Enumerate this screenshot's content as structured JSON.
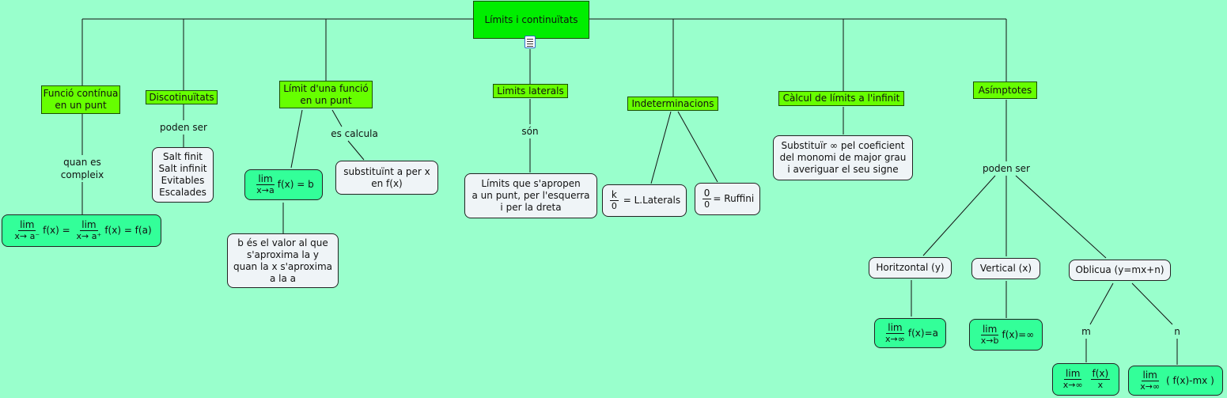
{
  "root": {
    "label": "Límits i continuïtats",
    "icon": "document-icon"
  },
  "concepts": {
    "continua": "Funció contínua en un punt",
    "discontinuitats": "Discotinuïtats",
    "limit": "Límit d'una funció en un punt",
    "laterals": "Limits laterals",
    "indeterminacions": "Indeterminacions",
    "infinit": "Càlcul de límits a l'infinit",
    "asimptotes": "Asímptotes"
  },
  "links": {
    "quan_es": "quan es",
    "compleix": "compleix",
    "poden_ser_1": "poden ser",
    "es_calcula": "es calcula",
    "son": "són",
    "poden_ser_2": "poden ser",
    "m": "m",
    "n": "n"
  },
  "nodes": {
    "salt": [
      "Salt finit",
      "Salt infinit",
      "Evitables",
      "Escalades"
    ],
    "substituint": [
      "substituïnt a per x",
      "en f(x)"
    ],
    "b_es": [
      "b és el valor al que",
      "s'aproxima la y",
      "quan la x s'aproxima",
      "a la a"
    ],
    "laterals_desc": [
      "Límits que s'apropen",
      "a un punt, per l'esquerra",
      "i per la dreta"
    ],
    "ruffini": "= Ruffini",
    "llaterals": "= L.Laterals",
    "infinit_desc": [
      "Substituïr ∞ pel coeficient",
      "del monomi de major grau",
      "i averiguar el seu signe"
    ],
    "horitzontal": "Horitzontal (y)",
    "vertical": "Vertical (x)",
    "oblicua": "Oblicua (y=mx+n)"
  },
  "math": {
    "lim": "lim",
    "a_minus": "x→ a⁻",
    "a_plus": "x→ a⁺",
    "fx_eq": "f(x) =",
    "fx_eq_fa": "f(x) = f(a)",
    "x_to_a": "x→a",
    "fx_b": "f(x) = b",
    "k": "k",
    "zero": "0",
    "x_to_inf": "x→∞",
    "x_to_b": "x→b",
    "fx_a": "f(x)=a",
    "fx_inf": "f(x)=∞",
    "fx": "f(x)",
    "x": "x",
    "fx_mx": "( f(x)-mx )"
  }
}
